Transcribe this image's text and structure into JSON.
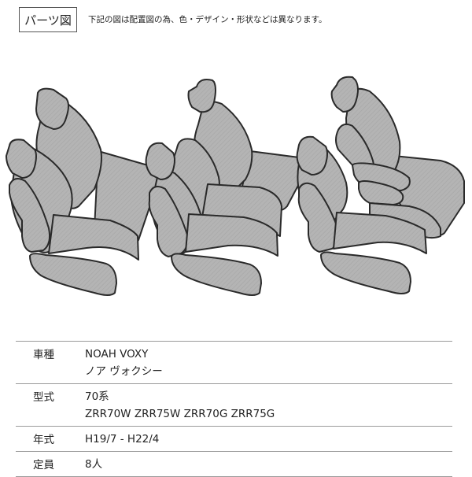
{
  "header": {
    "title": "パーツ図",
    "notice": "下記の図は配置図の為、色・デザイン・形状などは異なります。"
  },
  "illustration": {
    "description": "seat-cover-layout",
    "rows": [
      "front-seats",
      "second-row-seats",
      "third-row-seats"
    ],
    "fill_color": "#b4b4b4",
    "outline_color": "#2a2a2a"
  },
  "specs": [
    {
      "label": "車種",
      "values": [
        "NOAH VOXY",
        "ノア ヴォクシー"
      ]
    },
    {
      "label": "型式",
      "values": [
        "70系",
        "ZRR70W ZRR75W ZRR70G ZRR75G"
      ]
    },
    {
      "label": "年式",
      "values": [
        "H19/7 - H22/4"
      ]
    },
    {
      "label": "定員",
      "values": [
        "8人"
      ]
    }
  ]
}
